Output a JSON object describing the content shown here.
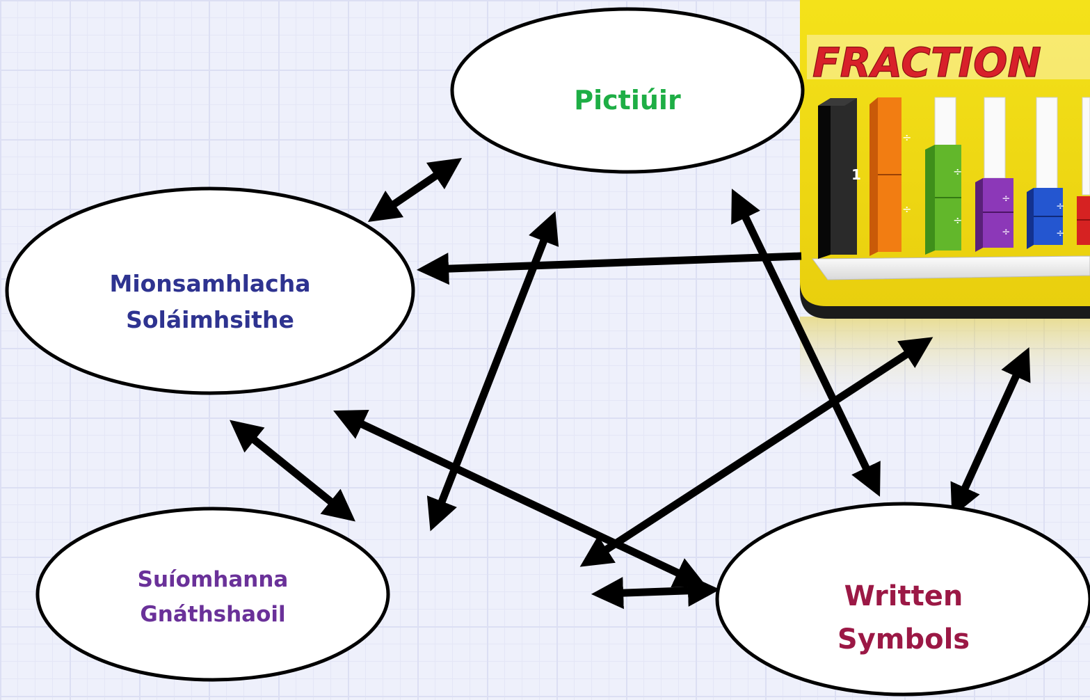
{
  "diagram": {
    "nodes": {
      "pictures": {
        "label": "Pictiúir",
        "color": "#1eae45"
      },
      "manipulatives": {
        "label_lines": [
          "Mionsamhlacha",
          "Soláimhsithe"
        ],
        "color": "#2e3390"
      },
      "real_life": {
        "label_lines": [
          "Suíomhanna",
          "Gnáthshaoil"
        ],
        "color": "#6a3199"
      },
      "written": {
        "label_lines": [
          "Written",
          "Symbols"
        ],
        "color": "#9b1845"
      }
    },
    "photo": {
      "title": "FRACTION",
      "bar_label": "1",
      "piece_symbol": "÷"
    }
  }
}
